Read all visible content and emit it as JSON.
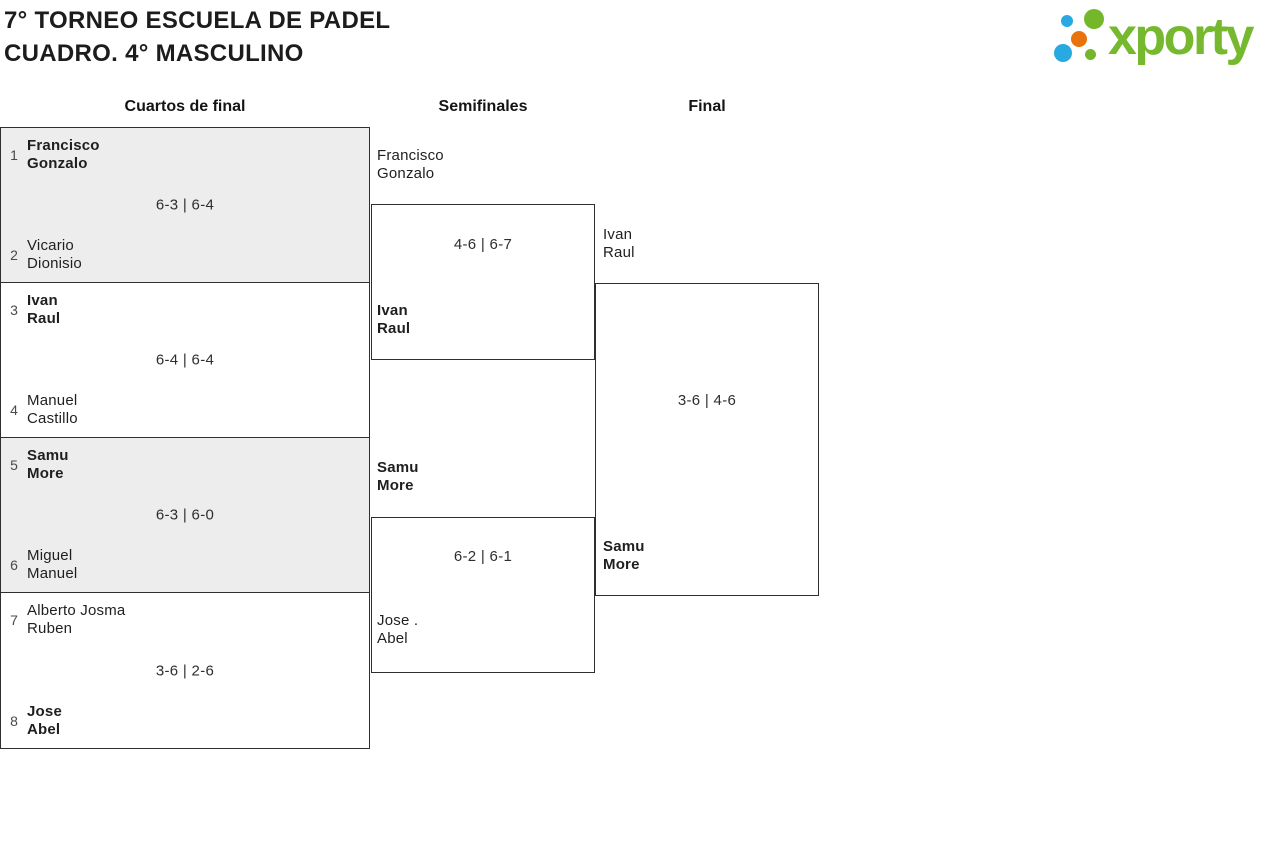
{
  "header": {
    "title_line1": "7° TORNEO ESCUELA DE PADEL",
    "title_line2": "CUADRO. 4° MASCULINO",
    "logo_text": "xporty"
  },
  "colors": {
    "logo_green": "#76b82e",
    "logo_blue": "#29a9e1",
    "logo_orange": "#e8730b",
    "shaded_match_bg": "#ededed",
    "border": "#2f2f2f"
  },
  "rounds": [
    {
      "label": "Cuartos de final"
    },
    {
      "label": "Semifinales"
    },
    {
      "label": "Final"
    }
  ],
  "bracket": {
    "quarterfinals": [
      {
        "seed_top": "1",
        "top": [
          "Francisco",
          "Gonzalo"
        ],
        "score": "6-3 | 6-4",
        "seed_bottom": "2",
        "bottom": [
          "Vicario",
          "Dionisio"
        ],
        "winner": "top"
      },
      {
        "seed_top": "3",
        "top": [
          "Ivan",
          "Raul"
        ],
        "score": "6-4 | 6-4",
        "seed_bottom": "4",
        "bottom": [
          "Manuel",
          "Castillo"
        ],
        "winner": "top"
      },
      {
        "seed_top": "5",
        "top": [
          "Samu",
          "More"
        ],
        "score": "6-3 | 6-0",
        "seed_bottom": "6",
        "bottom": [
          "Miguel",
          "Manuel"
        ],
        "winner": "top"
      },
      {
        "seed_top": "7",
        "top": [
          "Alberto Josma",
          "Ruben"
        ],
        "score": "3-6 | 2-6",
        "seed_bottom": "8",
        "bottom": [
          "Jose",
          "Abel"
        ],
        "winner": "bottom"
      }
    ],
    "semifinals": [
      {
        "top": [
          "Francisco",
          "Gonzalo"
        ],
        "score": "4-6 | 6-7",
        "bottom": [
          "Ivan",
          "Raul"
        ],
        "winner": "bottom"
      },
      {
        "top": [
          "Samu",
          "More"
        ],
        "score": "6-2 | 6-1",
        "bottom": [
          "Jose .",
          "Abel"
        ],
        "winner": "top"
      }
    ],
    "final": {
      "top": [
        "Ivan",
        "Raul"
      ],
      "score": "3-6 | 4-6",
      "bottom": [
        "Samu",
        "More"
      ],
      "winner": "bottom"
    }
  }
}
